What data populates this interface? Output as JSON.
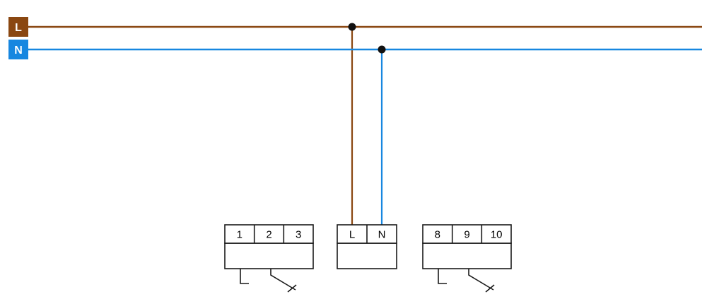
{
  "buses": {
    "live": {
      "label": "L",
      "color": "#8a4711"
    },
    "neutral": {
      "label": "N",
      "color": "#1787e0"
    }
  },
  "blocks": {
    "switch_left": {
      "terminals": [
        "1",
        "2",
        "3"
      ]
    },
    "power": {
      "terminals": [
        "L",
        "N"
      ]
    },
    "switch_right": {
      "terminals": [
        "8",
        "9",
        "10"
      ]
    }
  },
  "ink_color": "#1a1a1a",
  "junction_dot_color": "#111111"
}
